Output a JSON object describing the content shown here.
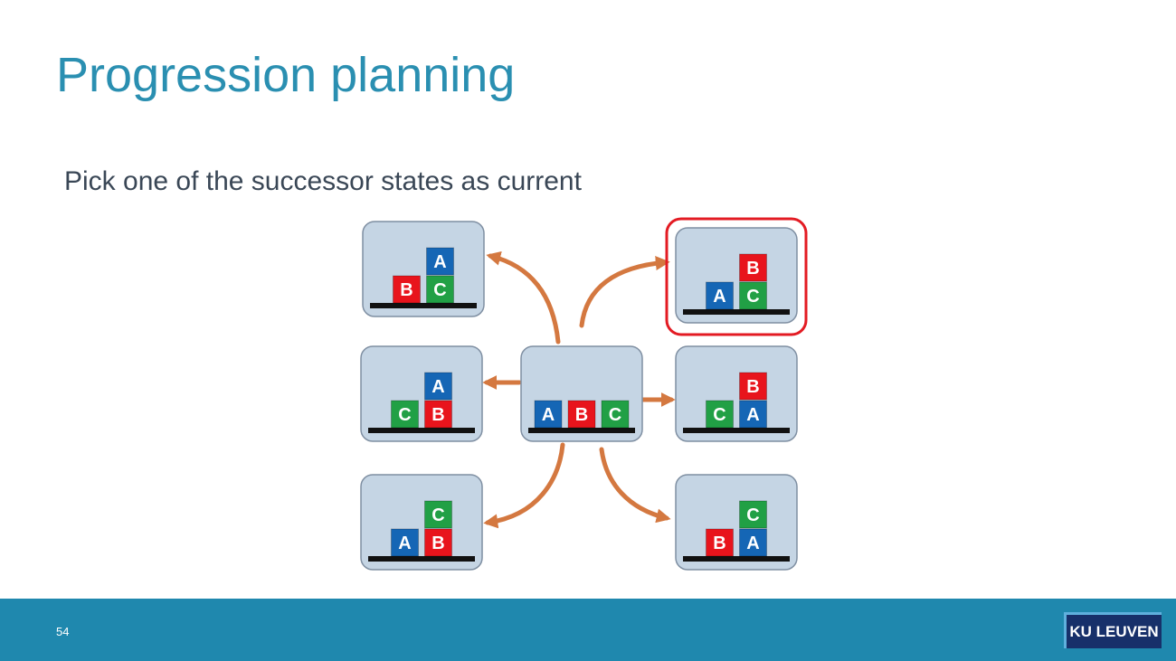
{
  "slide": {
    "title": "Progression planning",
    "subtitle": "Pick one of the successor states as current",
    "page_number": "54",
    "logo_text": "KU LEUVEN"
  },
  "colors": {
    "accent": "#2a8fb1",
    "footer": "#1f88ae",
    "block_red": "#e8141c",
    "block_blue": "#1566b5",
    "block_green": "#21a045",
    "panel_fill": "#c5d5e4",
    "arrow": "#d47840",
    "highlight": "#e31b23"
  },
  "diagram": {
    "states": [
      {
        "id": "center",
        "blocks": {
          "ground": [
            "A",
            "B",
            "C"
          ],
          "stacked": []
        }
      },
      {
        "id": "top-left",
        "blocks": {
          "ground": [
            "B",
            "C"
          ],
          "stacked": [
            {
              "label": "A",
              "on": "C"
            }
          ]
        }
      },
      {
        "id": "mid-left",
        "blocks": {
          "ground": [
            "C",
            "B"
          ],
          "stacked": [
            {
              "label": "A",
              "on": "B"
            }
          ]
        }
      },
      {
        "id": "bottom-left",
        "blocks": {
          "ground": [
            "A",
            "B"
          ],
          "stacked": [
            {
              "label": "C",
              "on": "B"
            }
          ]
        }
      },
      {
        "id": "top-right",
        "highlighted": true,
        "blocks": {
          "ground": [
            "A",
            "C"
          ],
          "stacked": [
            {
              "label": "B",
              "on": "C"
            }
          ]
        }
      },
      {
        "id": "mid-right",
        "blocks": {
          "ground": [
            "C",
            "A"
          ],
          "stacked": [
            {
              "label": "B",
              "on": "A"
            }
          ]
        }
      },
      {
        "id": "bottom-right",
        "blocks": {
          "ground": [
            "B",
            "A"
          ],
          "stacked": [
            {
              "label": "C",
              "on": "A"
            }
          ]
        }
      }
    ],
    "transitions": [
      {
        "from": "center",
        "to": "top-left"
      },
      {
        "from": "center",
        "to": "mid-left"
      },
      {
        "from": "center",
        "to": "bottom-left"
      },
      {
        "from": "center",
        "to": "top-right"
      },
      {
        "from": "center",
        "to": "mid-right"
      },
      {
        "from": "center",
        "to": "bottom-right"
      }
    ]
  }
}
